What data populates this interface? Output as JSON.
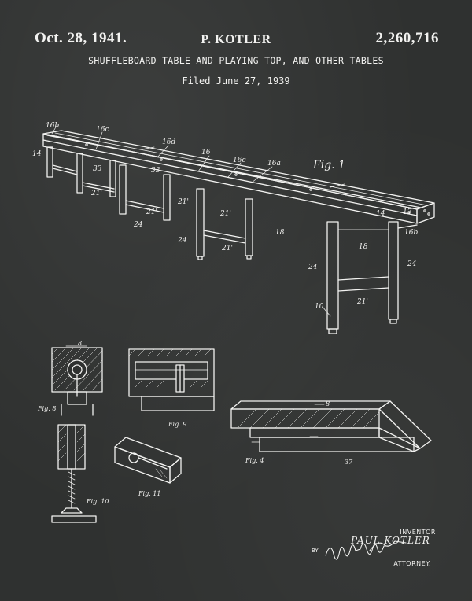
{
  "header": {
    "date": "Oct. 28, 1941.",
    "inventor": "P. KOTLER",
    "patent_number": "2,260,716"
  },
  "title": "SHUFFLEBOARD TABLE AND PLAYING TOP, AND OTHER TABLES",
  "filed": "Filed June 27, 1939",
  "figures": {
    "fig1": "Fig. 1",
    "fig4": "Fig. 4",
    "fig8": "Fig. 8",
    "fig9": "Fig. 9",
    "fig10": "Fig. 10",
    "fig11": "Fig. 11"
  },
  "reference_labels": {
    "l16b_left": "16b",
    "l14_left": "14",
    "l16c_a": "16c",
    "l16d": "16d",
    "l33_a": "33",
    "l33_b": "33",
    "l16": "16",
    "l16c_b": "16c",
    "l16a": "16a",
    "l21_a": "21'",
    "l21_b": "21'",
    "l21_c": "21'",
    "l21_d": "21'",
    "l21_e": "21'",
    "l21_f": "21'",
    "l24_a": "24",
    "l24_b": "24",
    "l24_c": "24",
    "l24_d": "24",
    "l18_a": "18",
    "l18_b": "18",
    "l14_right": "14",
    "l17": "17",
    "l16b_right": "16b",
    "l10": "10",
    "l8a": "8",
    "l8b": "8",
    "l37": "37"
  },
  "signature": {
    "inventor_caption": "INVENTOR",
    "inventor_name": "PAUL KOTLER",
    "by": "BY",
    "attorney_caption": "ATTORNEY."
  }
}
